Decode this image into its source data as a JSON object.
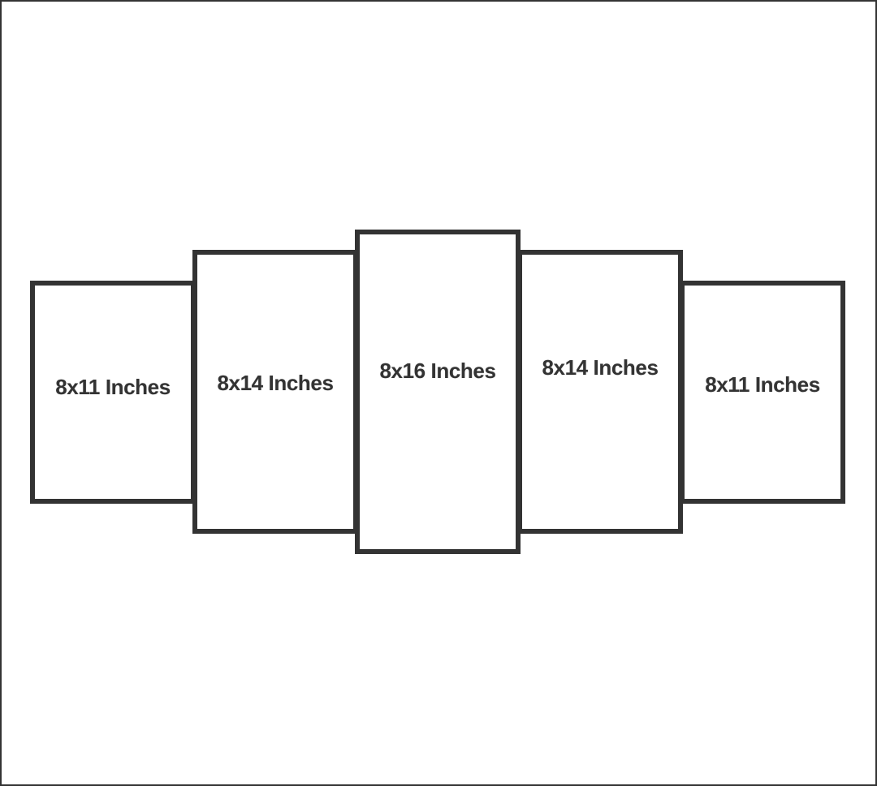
{
  "canvas": {
    "background": "#ffffff",
    "line_color": "#333333",
    "text_color": "#333333"
  },
  "panels": [
    {
      "position": "left-outer",
      "label": "8x11 Inches",
      "width_inches": 8,
      "height_inches": 11
    },
    {
      "position": "left-inner",
      "label": "8x14 Inches",
      "width_inches": 8,
      "height_inches": 14
    },
    {
      "position": "center",
      "label": "8x16 Inches",
      "width_inches": 8,
      "height_inches": 16
    },
    {
      "position": "right-inner",
      "label": "8x14 Inches",
      "width_inches": 8,
      "height_inches": 14
    },
    {
      "position": "right-outer",
      "label": "8x11 Inches",
      "width_inches": 8,
      "height_inches": 11
    }
  ]
}
